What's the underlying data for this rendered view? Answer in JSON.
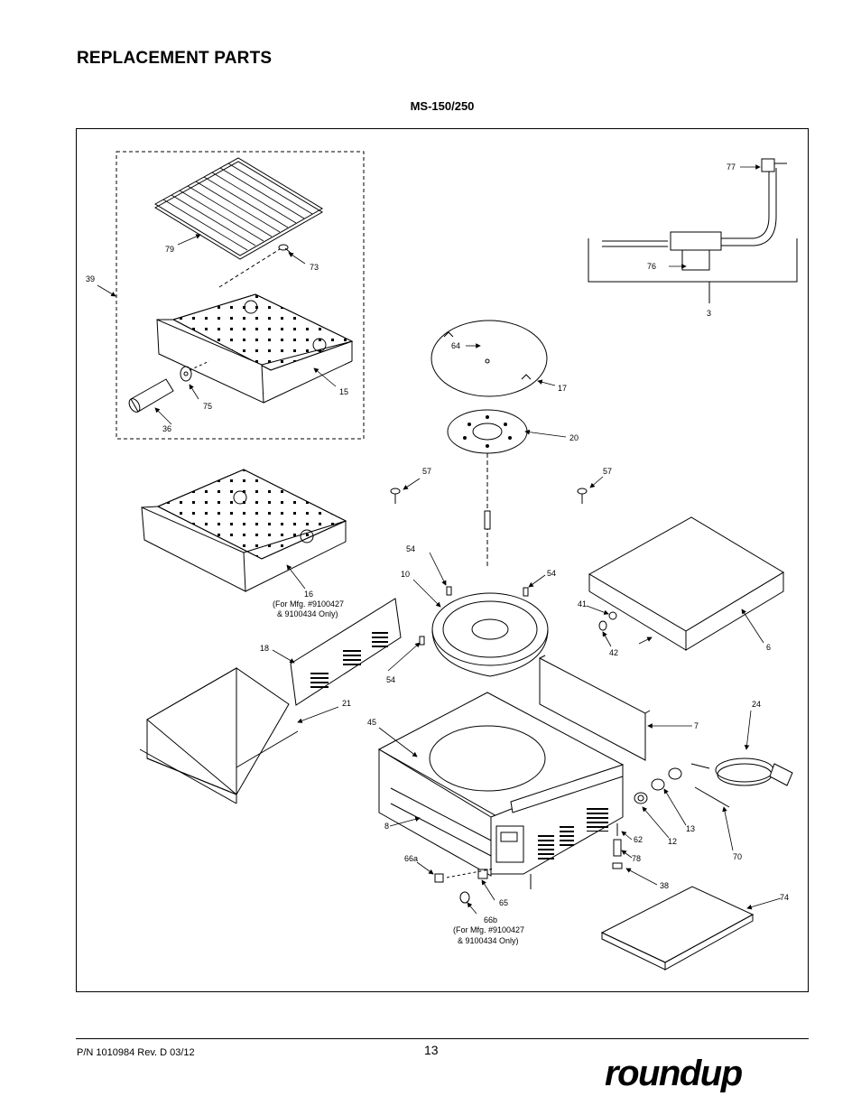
{
  "header": {
    "title": "REPLACEMENT PARTS",
    "model": "MS-150/250"
  },
  "footer": {
    "part_number": "P/N 1010984 Rev. D 03/12",
    "page": "13",
    "brand": "roundup"
  },
  "callouts": {
    "c3": "3",
    "c6": "6",
    "c7": "7",
    "c8": "8",
    "c10": "10",
    "c12": "12",
    "c13": "13",
    "c15": "15",
    "c16": "16",
    "c16_note1": "(For Mfg. #9100427",
    "c16_note2": "& 9100434 Only)",
    "c17": "17",
    "c18": "18",
    "c20": "20",
    "c21": "21",
    "c24": "24",
    "c36": "36",
    "c38": "38",
    "c39": "39",
    "c41": "41",
    "c42": "42",
    "c45": "45",
    "c54a": "54",
    "c54b": "54",
    "c54c": "54",
    "c57a": "57",
    "c57b": "57",
    "c62": "62",
    "c64": "64",
    "c65": "65",
    "c66a": "66a",
    "c66b": "66b",
    "c66b_note1": "(For Mfg. #9100427",
    "c66b_note2": "& 9100434 Only)",
    "c70": "70",
    "c73": "73",
    "c74": "74",
    "c75": "75",
    "c76": "76",
    "c77": "77",
    "c78": "78",
    "c79": "79"
  },
  "colors": {
    "ink": "#000000",
    "paper": "#ffffff"
  }
}
